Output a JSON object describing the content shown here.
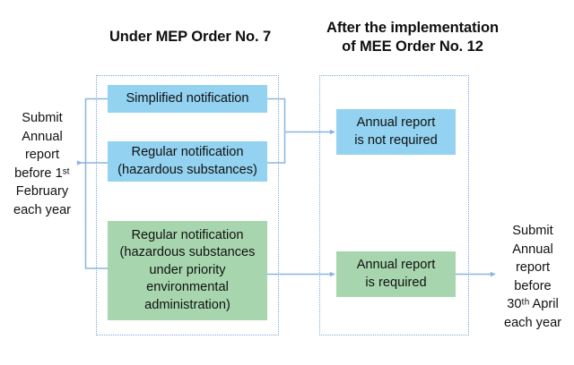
{
  "diagram": {
    "type": "flowchart",
    "titles": {
      "left": "Under MEP Order No. 7",
      "right": "After the implementation\nof MEE Order No. 12"
    },
    "groups": {
      "left_label": "mep-order-7-group",
      "right_label": "mee-order-12-group"
    },
    "nodes": {
      "simplified_notification": "Simplified notification",
      "regular_notification": "Regular notification\n(hazardous substances)",
      "regular_notification_priority": "Regular notification\n(hazardous substances\nunder priority\nenvironmental\nadministration)",
      "annual_report_not_required": "Annual report\nis not required",
      "annual_report_required": "Annual report\nis required"
    },
    "labels": {
      "left_outcome": "Submit\nAnnual\nreport\nbefore 1ˢᵗ\nFebruary\neach year",
      "right_outcome": "Submit\nAnnual\nreport\nbefore\n30ᵗʰ  April\neach year"
    },
    "colors": {
      "blue_fill": "#93D2F0",
      "green_fill": "#A7D6AE",
      "connector": "#8AB6DE",
      "group_border": "#7AA8DD",
      "text": "#111111"
    }
  }
}
